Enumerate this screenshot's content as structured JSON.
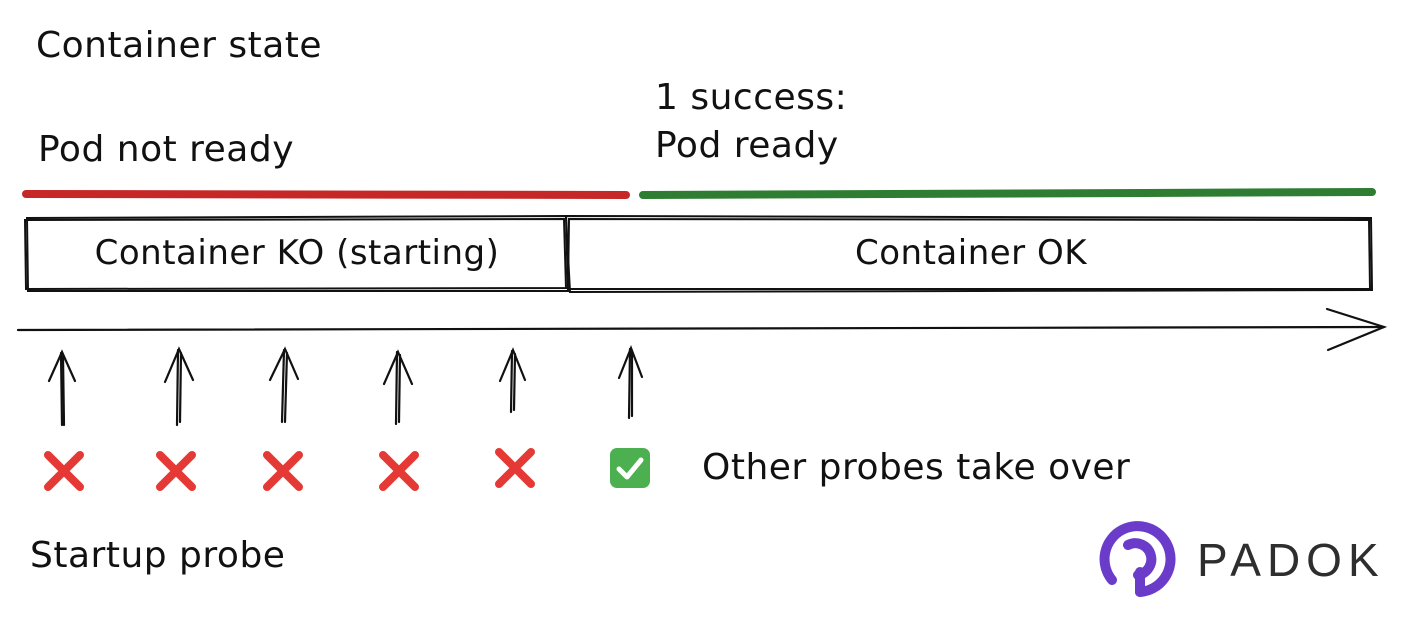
{
  "title": "Container state",
  "states": {
    "not_ready": "Pod not ready",
    "ready_line1": "1 success:",
    "ready_line2": "Pod ready"
  },
  "timeline": {
    "ko_box": "Container KO (starting)",
    "ok_box": "Container OK"
  },
  "probes": {
    "label": "Startup probe",
    "results": [
      "fail",
      "fail",
      "fail",
      "fail",
      "fail",
      "success"
    ],
    "handover": "Other probes take over"
  },
  "colors": {
    "not_ready": "#c62828",
    "ready": "#2e7d32",
    "fail": "#e53935",
    "success": "#4caf50",
    "logo": "#6a3cc9"
  },
  "icons": {
    "fail": "cross-mark-icon",
    "success": "check-box-icon"
  },
  "logo": {
    "text": "PADOK"
  }
}
